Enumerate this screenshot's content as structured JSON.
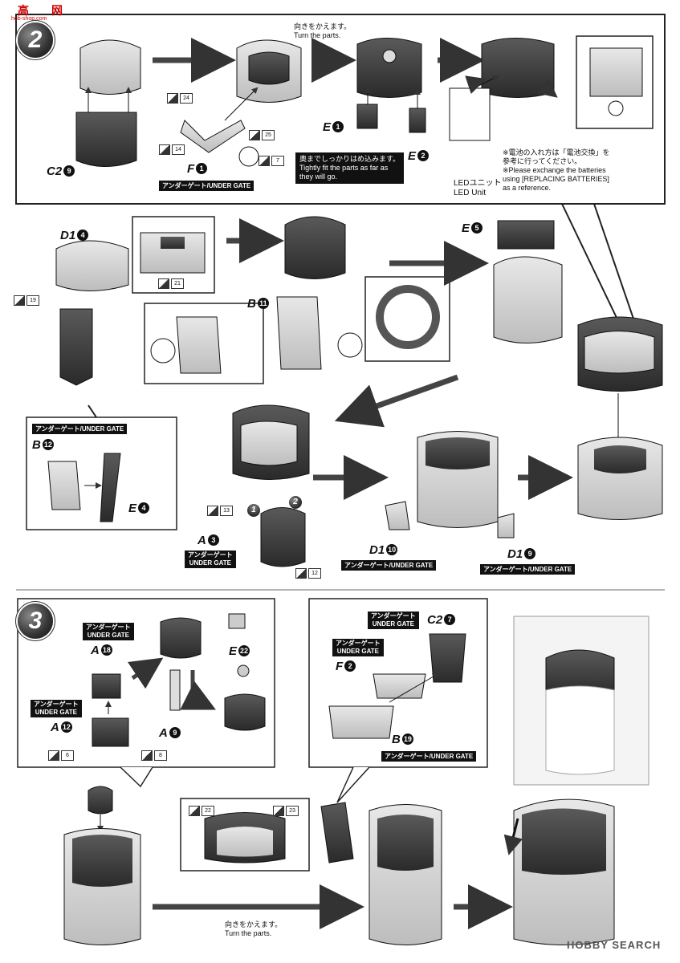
{
  "watermarks": {
    "top_logo": "高",
    "top_logo_b": "网",
    "top_url": "hob-shop.com",
    "bottom": "HOBBY SEARCH"
  },
  "step2": {
    "badge": "2",
    "turn_parts_jp": "向きをかえます。",
    "turn_parts_en": "Turn the parts.",
    "tight_fit_jp": "奥までしっかりはめ込みます。",
    "tight_fit_en_1": "Tightly fit the parts as far as",
    "tight_fit_en_2": "they will go.",
    "led_jp": "LEDユニット",
    "led_en": "LED Unit",
    "battery_note_jp_1": "※電池の入れ方は「電池交換」を",
    "battery_note_jp_2": "参考に行ってください。",
    "battery_note_en_1": "※Please exchange the batteries",
    "battery_note_en_2": "using [REPLACING BATTERIES]",
    "battery_note_en_3": "as a reference.",
    "under_gate": "アンダーゲート/UNDER GATE",
    "under_gate_jp": "アンダーゲート",
    "under_gate_en": "UNDER GATE",
    "parts": {
      "c29": {
        "letter": "C2",
        "num": "9"
      },
      "f1": {
        "letter": "F",
        "num": "1"
      },
      "e1": {
        "letter": "E",
        "num": "1"
      },
      "e2": {
        "letter": "E",
        "num": "2"
      },
      "d14": {
        "letter": "D1",
        "num": "4"
      },
      "b11": {
        "letter": "B",
        "num": "11"
      },
      "e5": {
        "letter": "E",
        "num": "5"
      },
      "b12": {
        "letter": "B",
        "num": "12"
      },
      "e4": {
        "letter": "E",
        "num": "4"
      },
      "a3": {
        "letter": "A",
        "num": "3"
      },
      "d110": {
        "letter": "D1",
        "num": "10"
      },
      "d19": {
        "letter": "D1",
        "num": "9"
      }
    },
    "gates": {
      "g24": "24",
      "g14": "14",
      "g25": "25",
      "g7": "7",
      "g19": "19",
      "g21": "21",
      "g13": "13",
      "g12": "12"
    },
    "order_1": "1",
    "order_2": "2"
  },
  "step3": {
    "badge": "3",
    "turn_parts_jp": "向きをかえます。",
    "turn_parts_en": "Turn the parts.",
    "under_gate_jp": "アンダーゲート",
    "under_gate_en": "UNDER GATE",
    "under_gate": "アンダーゲート/UNDER GATE",
    "parts": {
      "a18": {
        "letter": "A",
        "num": "18"
      },
      "a12": {
        "letter": "A",
        "num": "12"
      },
      "a9": {
        "letter": "A",
        "num": "9"
      },
      "e22": {
        "letter": "E",
        "num": "22"
      },
      "c27": {
        "letter": "C2",
        "num": "7"
      },
      "f2": {
        "letter": "F",
        "num": "2"
      },
      "b19": {
        "letter": "B",
        "num": "19"
      }
    },
    "gates": {
      "g6": "6",
      "g8": "8",
      "g22": "22",
      "g23": "23"
    }
  }
}
